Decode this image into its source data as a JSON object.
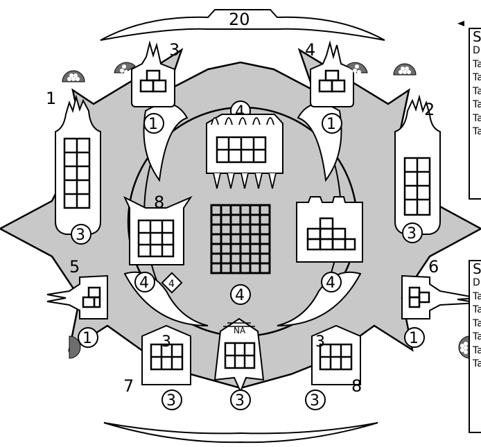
{
  "board": {
    "top_banner_value": "20",
    "center_value": "4",
    "platform_labels": [
      "1",
      "2",
      "3",
      "4",
      "5",
      "6",
      "7",
      "8"
    ],
    "slot_labels": {
      "p1": "3",
      "p2": "3",
      "p3": "1",
      "p4": "1",
      "p5": "1",
      "p6": "1",
      "p7": "3",
      "p8": "3",
      "top_center": "4",
      "top_center_below": "4",
      "left_inner_title": "8",
      "left_inner": "4",
      "left_inner_diamond": "4",
      "right_inner": "4",
      "bottom_center_tag": "NA",
      "bottom_center": "3",
      "bottom_left_top": "3",
      "bottom_right_top": "3"
    }
  },
  "panels": [
    {
      "title": "S",
      "rows": [
        "D",
        "Ta",
        "Ta",
        "Ta",
        "Ta",
        "Ta",
        "Ta"
      ]
    },
    {
      "title": "S",
      "rows": [
        "D",
        "Ta",
        "Ta",
        "Ta",
        "Ta",
        "Ta",
        "Ta"
      ]
    }
  ],
  "colors": {
    "board_fill": "#c8c8c8",
    "ink": "#000000",
    "paper": "#ffffff",
    "icon_fill": "#6e6e6e"
  }
}
